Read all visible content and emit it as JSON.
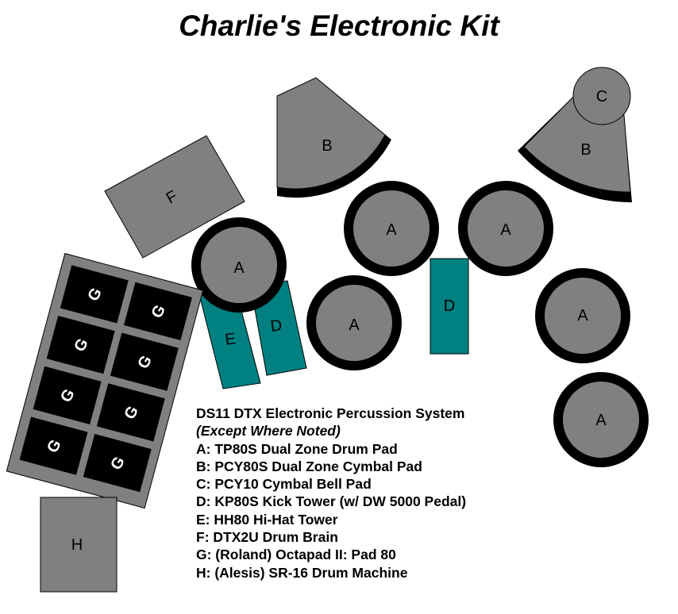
{
  "title": "Charlie's Electronic Kit",
  "colors": {
    "pad": "#808080",
    "rim": "#000000",
    "tower": "#008080",
    "octapad": "#000000"
  },
  "labels": {
    "a": "A",
    "b": "B",
    "c": "C",
    "d": "D",
    "e": "E",
    "f": "F",
    "g": "G",
    "h": "H"
  },
  "legend": {
    "heading": "DS11 DTX Electronic Percussion System",
    "subheading": "(Except Where Noted)",
    "items": [
      "A: TP80S Dual Zone Drum Pad",
      "B: PCY80S Dual Zone Cymbal Pad",
      "C: PCY10 Cymbal Bell Pad",
      "D: KP80S Kick Tower (w/ DW 5000 Pedal)",
      "E: HH80 Hi-Hat Tower",
      "F: DTX2U Drum Brain",
      "G: (Roland) Octapad II: Pad 80",
      "H: (Alesis) SR-16 Drum Machine"
    ]
  }
}
